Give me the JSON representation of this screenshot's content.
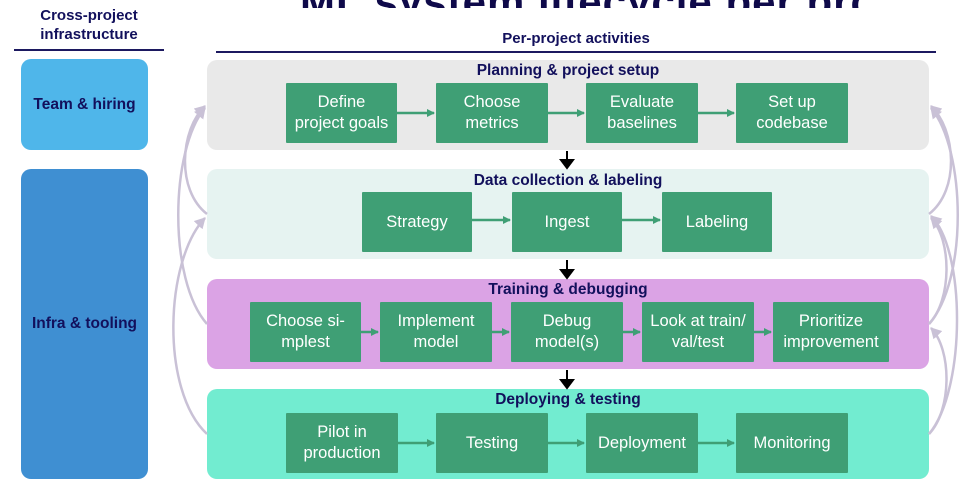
{
  "title_partial": "ML system lifecycle per project",
  "headers": {
    "cross_project": "Cross-project\ninfrastructure",
    "per_project": "Per-project activities"
  },
  "cross_project_items": [
    {
      "label": "Team & hiring",
      "color": "#4fb6ea"
    },
    {
      "label": "Infra & tooling",
      "color": "#3f8fd2"
    }
  ],
  "lanes": [
    {
      "title": "Planning & project setup",
      "color": "#e9e9e9",
      "steps": [
        "Define\nproject goals",
        "Choose\nmetrics",
        "Evaluate\nbaselines",
        "Set up\ncodebase"
      ]
    },
    {
      "title": "Data collection & labeling",
      "color": "#e6f3f1",
      "steps": [
        "Strategy",
        "Ingest",
        "Labeling"
      ]
    },
    {
      "title": "Training & debugging",
      "color": "#dba3e5",
      "steps": [
        "Choose si-\nmplest",
        "Implement\nmodel",
        "Debug\nmodel(s)",
        "Look at train/\nval/test",
        "Prioritize\nimprovement"
      ]
    },
    {
      "title": "Deploying & testing",
      "color": "#72ecd0",
      "steps": [
        "Pilot in\nproduction",
        "Testing",
        "Deployment",
        "Monitoring"
      ]
    }
  ],
  "colors": {
    "step_fill": "#3f9f75",
    "step_text": "#ffffff",
    "heading_text": "#12105c",
    "connector": "#3f9f75",
    "feedback_curve": "#c9c1d6"
  }
}
